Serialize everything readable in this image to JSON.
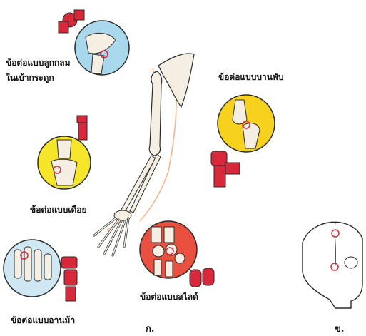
{
  "labels": {
    "ball_socket_line1": "ข้อต่อแบบลูกกลม",
    "ball_socket_line2": "ในเบ้ากระดูก",
    "hinge": "ข้อต่อแบบบานพับ",
    "pivot": "ข้อต่อแบบเดือย",
    "saddle": "ข้อต่อแบบอานม้า",
    "gliding": "ข้อต่อแบบสไลด์"
  },
  "figure_labels": {
    "left": "ก.",
    "right": "ข."
  },
  "colors": {
    "bone": "#f4efe2",
    "outline": "#2a2a2a",
    "joint_model": "#d8283c",
    "ball_socket_bg": "#a9d7ec",
    "hinge_bg": "#f6d21e",
    "pivot_bg": "#f6e62a",
    "saddle_bg": "#cfe6f3",
    "gliding_bg": "#e9503f",
    "skin": "#f2b488",
    "marker": "#d8283c"
  }
}
